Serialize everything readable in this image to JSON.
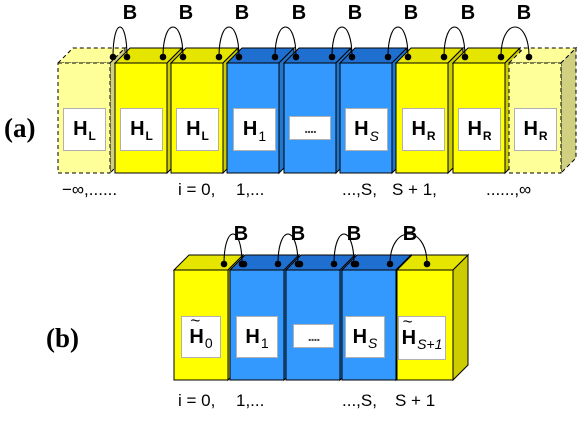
{
  "panels": {
    "a": {
      "label": "(a)",
      "coupling": "B",
      "boxes": [
        {
          "symbol": "H",
          "sub": "L"
        },
        {
          "symbol": "H",
          "sub": "L"
        },
        {
          "symbol": "H",
          "sub": "L"
        },
        {
          "symbol": "H",
          "sub": "1"
        },
        {
          "symbol": "....",
          "sub": ""
        },
        {
          "symbol": "H",
          "sub": "S"
        },
        {
          "symbol": "H",
          "sub": "R"
        },
        {
          "symbol": "H",
          "sub": "R"
        },
        {
          "symbol": "H",
          "sub": "R"
        }
      ],
      "indices": [
        "−∞,......",
        "i = 0,",
        "1,...",
        "...,S,",
        "S + 1,",
        "......,∞"
      ]
    },
    "b": {
      "label": "(b)",
      "coupling": "B",
      "boxes": [
        {
          "symbol": "H",
          "sub": "0"
        },
        {
          "symbol": "H",
          "sub": "1"
        },
        {
          "symbol": "....",
          "sub": ""
        },
        {
          "symbol": "H",
          "sub": "S"
        },
        {
          "symbol": "H",
          "sub": "S+1"
        }
      ],
      "indices": [
        "i = 0,",
        "1,...",
        "...,S,",
        "S + 1"
      ]
    }
  },
  "colors": {
    "yellow": "#ffff00",
    "yellow_side": "#cccc00",
    "yellow_top": "#e5e500",
    "pale_yellow": "#ffff99",
    "pale_yellow_side": "#d0d080",
    "blue": "#3399ff",
    "blue_side": "#2277cc",
    "blue_top": "#1f6fd0",
    "outline": "#000000"
  }
}
